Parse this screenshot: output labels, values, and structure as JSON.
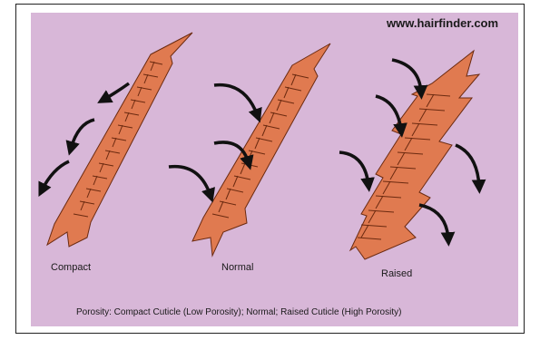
{
  "watermark": "www.hairfinder.com",
  "labels": {
    "compact": "Compact",
    "normal": "Normal",
    "raised": "Raised"
  },
  "caption": "Porosity: Compact Cuticle (Low Porosity); Normal; Raised Cuticle (High Porosity)",
  "colors": {
    "background": "#d8b7d8",
    "strand": "#e07a50",
    "strand_outline": "#6b2a10",
    "arrow": "#111111"
  },
  "icons": [
    "curved-arrow-icon"
  ]
}
